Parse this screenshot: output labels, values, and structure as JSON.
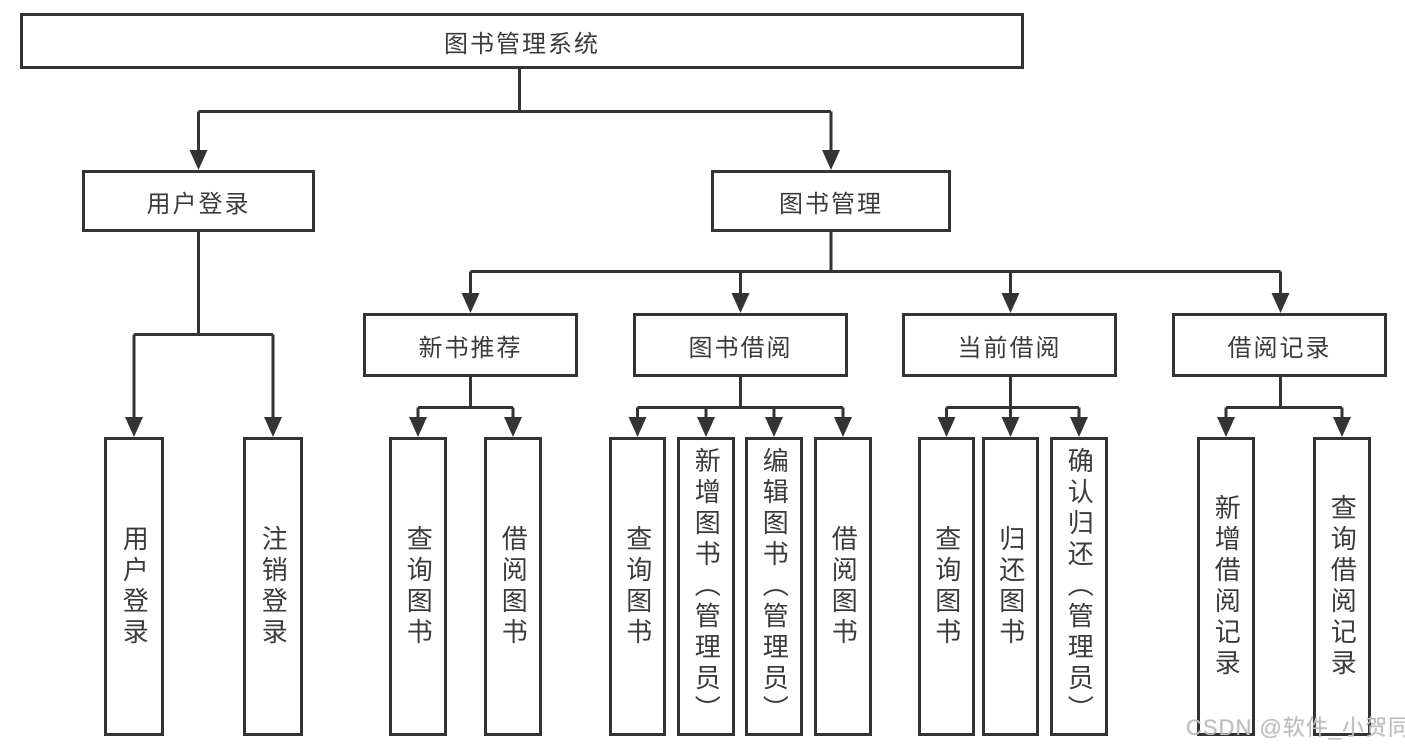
{
  "diagram": {
    "title": "图书管理系统",
    "branches": [
      {
        "label": "用户登录",
        "children": [
          {
            "label": "用户登录"
          },
          {
            "label": "注销登录"
          }
        ]
      },
      {
        "label": "图书管理",
        "children": [
          {
            "label": "新书推荐",
            "children": [
              {
                "label": "查询图书"
              },
              {
                "label": "借阅图书"
              }
            ]
          },
          {
            "label": "图书借阅",
            "children": [
              {
                "label": "查询图书"
              },
              {
                "label": "新增图书（管理员）"
              },
              {
                "label": "编辑图书（管理员）"
              },
              {
                "label": "借阅图书"
              }
            ]
          },
          {
            "label": "当前借阅",
            "children": [
              {
                "label": "查询图书"
              },
              {
                "label": "归还图书"
              },
              {
                "label": "确认归还（管理员）"
              }
            ]
          },
          {
            "label": "借阅记录",
            "children": [
              {
                "label": "新增借阅记录"
              },
              {
                "label": "查询借阅记录"
              }
            ]
          }
        ]
      }
    ]
  },
  "watermark": {
    "text": "CSDN @软件_小贺同学"
  },
  "colors": {
    "line": "#333333",
    "text": "#3b3b3b",
    "watermark": "#bdbdbd",
    "background": "#ffffff"
  }
}
